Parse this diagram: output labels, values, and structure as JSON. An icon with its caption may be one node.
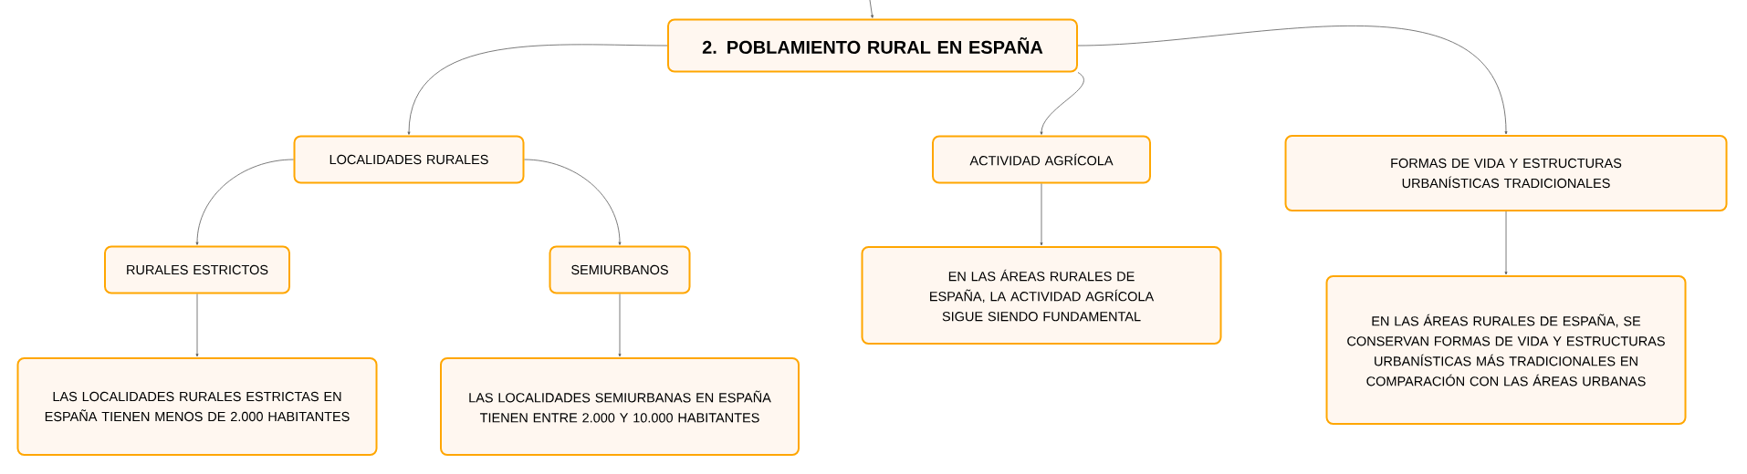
{
  "diagram": {
    "nodes": [
      {
        "text": [
          "2. POBLAMIENTO RURAL EN ESPAÑA"
        ]
      },
      {
        "text": [
          "LOCALIDADES RURALES"
        ]
      },
      {
        "text": [
          "RURALES ESTRICTOS"
        ]
      },
      {
        "text": [
          "LAS LOCALIDADES RURALES ESTRICTAS EN ESPAÑA TIENEN MENOS DE 2.000 HABITANTES"
        ]
      },
      {
        "text": [
          "SEMIURBANOS"
        ]
      },
      {
        "text": [
          "LAS LOCALIDADES SEMIURBANAS EN ESPAÑA TIENEN ENTRE 2.000 Y 10.000 HABITANTES"
        ]
      },
      {
        "text": [
          "ACTIVIDAD AGRÍCOLA"
        ]
      },
      {
        "text": [
          "EN LAS ÁREAS RURALES DE ESPAÑA, LA ACTIVIDAD AGRÍCOLA SIGUE SIENDO FUNDAMENTAL"
        ]
      },
      {
        "text": [
          "FORMAS DE VIDA Y ESTRUCTURAS URBANÍSTICAS TRADICIONALES"
        ]
      },
      {
        "text": [
          "EN LAS ÁREAS RURALES DE ESPAÑA, SE CONSERVAN FORMAS DE VIDA Y ESTRUCTURAS URBANÍSTICAS MÁS TRADICIONALES EN COMPARACIÓN CON LAS ÁREAS URBANAS"
        ]
      }
    ],
    "edges": [
      {
        "from": null,
        "to": 0,
        "arrow": "to"
      },
      {
        "from": 0,
        "to": 1,
        "arrow": "to"
      },
      {
        "from": 0,
        "to": 6,
        "arrow": "to"
      },
      {
        "from": 0,
        "to": 8,
        "arrow": "to"
      },
      {
        "from": 1,
        "to": 2,
        "arrow": "to"
      },
      {
        "from": 1,
        "to": 4,
        "arrow": "to"
      },
      {
        "from": 2,
        "to": 3,
        "arrow": "to"
      },
      {
        "from": 4,
        "to": 5,
        "arrow": "to"
      },
      {
        "from": 6,
        "to": 7,
        "arrow": "to"
      },
      {
        "from": 8,
        "to": 9,
        "arrow": "to"
      }
    ]
  }
}
